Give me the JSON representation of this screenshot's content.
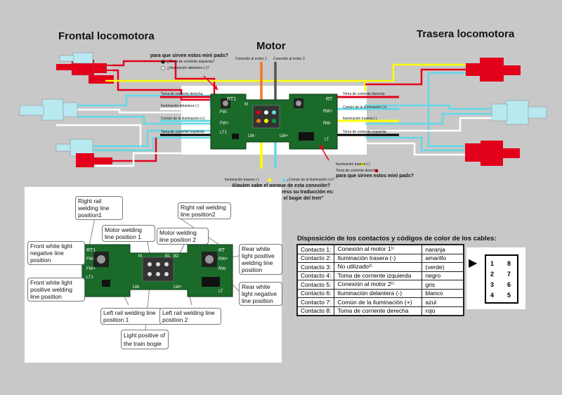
{
  "titles": {
    "frontal": "Frontal locomotora",
    "motor": "Motor",
    "trasera": "Trasera locomotora"
  },
  "top": {
    "question1": "para que sirven estos mini pads?",
    "pad1": "¿Toma de corriente izquierda?",
    "pad2": "¿Iluminación delantera (-)?",
    "motor1": "Conexión al motor 1",
    "motor2": "Conexión al motor 2",
    "left_labels": [
      "Toma de corriente derecha",
      "Iluminación delantera (-)",
      "Común de la iluminación (+)",
      "Toma de corriente izquierda"
    ],
    "right_labels": [
      "Toma de corriente derecha",
      "Común de la iluminación (+)",
      "Iluminación trasera (-)",
      "Toma de corriente izquierda"
    ],
    "bottom_left": "Iluminación trasera (-)",
    "bottom_common": "¿Común de la iluminación (+)?",
    "pad3": "Iluminación trasera (-)",
    "pad4": "Toma de corriente derecha",
    "question2": "para que sirven estos mini pads?",
    "q_line1": "Alguien sabe el porque de esta conexión?",
    "q_line2": "Según la foto de aliexpress su traducción es:",
    "q_line3": "\"Luces positiva de el bogie del tren\""
  },
  "board": {
    "rt1": "RT1",
    "fw_minus": "FW-",
    "fw_plus": "FW+",
    "lt1": "LT1",
    "rt": "RT",
    "rw_plus": "RW+",
    "rw_minus": "RW-",
    "lt": "LT",
    "lw_minus": "LW-",
    "lw_plus": "LW+",
    "m": "M",
    "b1": "B1",
    "b2": "B2"
  },
  "callouts": {
    "right_rail_welding": "Right rail welding line position1",
    "right_rail_welding_2": "Right rail welding line position2",
    "motor_1": "Motor welding line position 1",
    "motor_2": "Motor welding line position 2",
    "front_white_neg": "Front white light negative line position",
    "front_white_pos": "Front white light positive welding line position",
    "rear_white_pos": "Rear white light positive welding line position",
    "rear_white_neg": "Rear white light negative line position",
    "left_rail_1": "Left rail welding line position 1",
    "left_rail_2": "Left rail welding line position 2",
    "light_positive": "Light positive of the train bogie"
  },
  "table": {
    "title": "Disposición de los contactos y códigos de color de los cables:",
    "rows": [
      {
        "contact": "Contacto 1:",
        "desc": "Conexión al motor 1¹⁾",
        "color": "naranja"
      },
      {
        "contact": "Contacto 2:",
        "desc": "Iluminación trasera (-)",
        "color": "amarillo"
      },
      {
        "contact": "Contacto 3:",
        "desc": "No utilizado²⁾",
        "color": "(verde)"
      },
      {
        "contact": "Contacto 4:",
        "desc": "Toma de corriente izquierda",
        "color": "negro"
      },
      {
        "contact": "Contacto 5:",
        "desc": "Conexión al motor 2¹⁾",
        "color": "gris"
      },
      {
        "contact": "Contacto 6:",
        "desc": "Iluminación delantera (-)",
        "color": "blanco"
      },
      {
        "contact": "Contacto 7:",
        "desc": "Común de la iluminación (+)",
        "color": "azul"
      },
      {
        "contact": "Contacto 8:",
        "desc": "Toma de corriente derecha",
        "color": "rojo"
      }
    ]
  },
  "pinout": {
    "pins": [
      "1",
      "8",
      "2",
      "7",
      "3",
      "6",
      "4",
      "5"
    ],
    "arrow": "▶"
  },
  "colors": {
    "red": "#e2001a",
    "cyan": "#64d7e6",
    "yellow": "#ffff00",
    "orange": "#f07820",
    "grey": "#555555",
    "white": "#ffffff",
    "black": "#000000",
    "pcb": "#1a6a2a",
    "background": "#c8c8c8"
  }
}
